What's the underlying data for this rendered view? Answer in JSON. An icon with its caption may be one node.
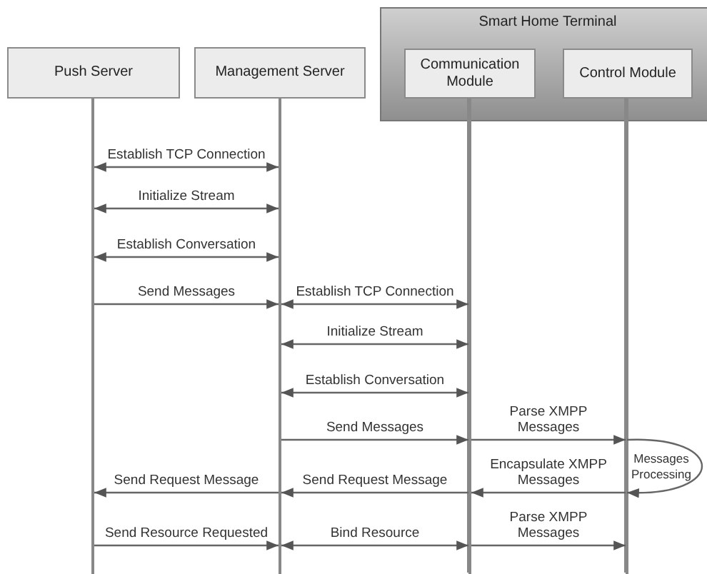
{
  "diagram": {
    "nodes": [
      {
        "text": [
          "Push Server"
        ]
      },
      {
        "text": [
          "Management Server"
        ]
      },
      {
        "text": [
          "Smart Home Terminal"
        ]
      },
      {
        "text": [
          "Communication Module"
        ],
        "in": 2
      },
      {
        "text": [
          "Control Module"
        ],
        "in": 2
      }
    ],
    "edges": [
      {
        "from": 0,
        "to": 1,
        "arrow": "both",
        "label": "Establish TCP Connection"
      },
      {
        "from": 0,
        "to": 1,
        "arrow": "both",
        "label": "Initialize Stream"
      },
      {
        "from": 0,
        "to": 1,
        "arrow": "both",
        "label": "Establish Conversation"
      },
      {
        "from": 0,
        "to": 1,
        "arrow": "to",
        "label": "Send Messages"
      },
      {
        "from": 1,
        "to": 3,
        "arrow": "both",
        "label": "Establish TCP Connection"
      },
      {
        "from": 1,
        "to": 3,
        "arrow": "both",
        "label": "Initialize Stream"
      },
      {
        "from": 1,
        "to": 3,
        "arrow": "both",
        "label": "Establish Conversation"
      },
      {
        "from": 1,
        "to": 3,
        "arrow": "to",
        "label": "Send Messages"
      },
      {
        "from": 3,
        "to": 4,
        "arrow": "to",
        "label": "Parse XMPP Messages"
      },
      {
        "from": 4,
        "to": 4,
        "arrow": "to",
        "label": "Messages Processing"
      },
      {
        "from": 4,
        "to": 3,
        "arrow": "to",
        "label": "Encapsulate XMPP Messages"
      },
      {
        "from": 3,
        "to": 1,
        "arrow": "to",
        "label": "Send Request Message"
      },
      {
        "from": 1,
        "to": 0,
        "arrow": "to",
        "label": "Send Request Message"
      },
      {
        "from": 0,
        "to": 1,
        "arrow": "to",
        "label": "Send Resource Requested"
      },
      {
        "from": 1,
        "to": 3,
        "arrow": "both",
        "label": "Bind Resource"
      },
      {
        "from": 3,
        "to": 4,
        "arrow": "to",
        "label": "Parse XMPP Messages"
      }
    ]
  }
}
